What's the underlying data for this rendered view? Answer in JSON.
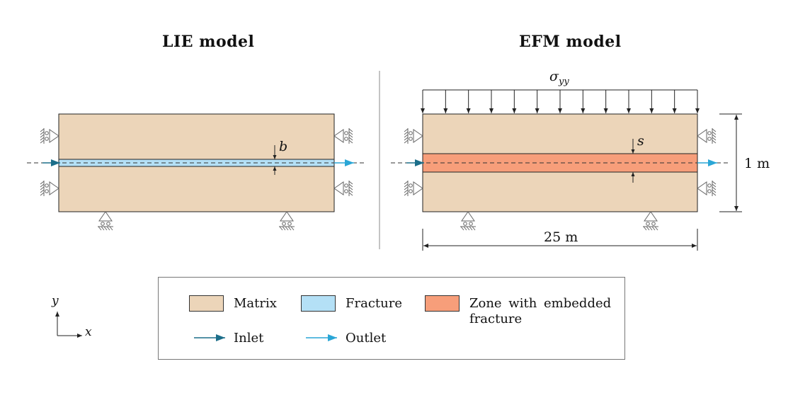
{
  "titles": {
    "left": "LIE model",
    "right": "EFM model"
  },
  "labels": {
    "aperture": "b",
    "spacing": "s",
    "stress_base": "σ",
    "stress_sub": "yy",
    "height_dim": "1 m",
    "width_dim": "25 m"
  },
  "legend": {
    "matrix": "Matrix",
    "fracture": "Fracture",
    "zone": "Zone with embedded fracture",
    "inlet": "Inlet",
    "outlet": "Outlet"
  },
  "axes": {
    "y": "y",
    "x": "x"
  },
  "colors": {
    "matrix": "#ecd5b9",
    "fracture": "#b4e0f6",
    "zone": "#f79e7a",
    "inlet": "#1c6e8a",
    "outlet": "#2aa6d6"
  }
}
